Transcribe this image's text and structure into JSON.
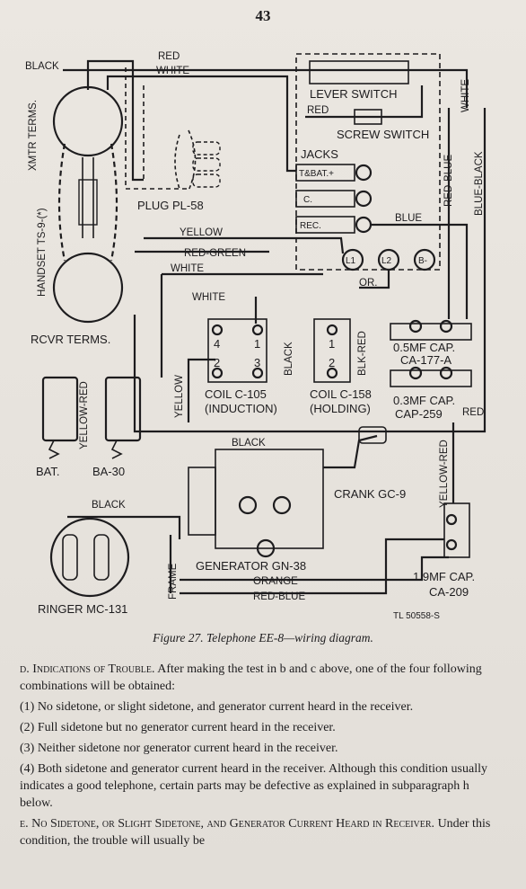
{
  "page_number": "43",
  "diagram": {
    "labels": {
      "red_top": "RED",
      "white_top": "WHITE",
      "black_top": "BLACK",
      "xmtr": "XMTR TERMS.",
      "handset": "HANDSET TS-9-(*)",
      "rcvr": "RCVR TERMS.",
      "plug": "PLUG PL-58",
      "lever_switch": "LEVER SWITCH",
      "red_screw": "RED",
      "screw_switch": "SCREW SWITCH",
      "white_right": "WHITE",
      "jacks": "JACKS",
      "jack1": "T&BAT.+",
      "jack2": "C.",
      "jack3": "REC.",
      "blue": "BLUE",
      "red_blue_v": "RED-BLUE",
      "blue_black_v": "BLUE-BLACK",
      "yellow": "YELLOW",
      "red_green": "RED-GREEN",
      "white_mid": "WHITE",
      "l1": "L1",
      "l2": "L2",
      "bminus": "B-",
      "or": "OR.",
      "white_coil": "WHITE",
      "t4": "4",
      "t1": "1",
      "t2": "2",
      "t3": "3",
      "black_v": "BLACK",
      "h1": "1",
      "h2": "2",
      "blk_red_v": "BLK-RED",
      "cap1_a": "0.5MF CAP.",
      "cap1_b": "CA-177-A",
      "cap2_a": "0.3MF CAP.",
      "cap2_b": "CAP-259",
      "red_cap": "RED",
      "coil105_a": "COIL C-105",
      "coil105_b": "(INDUCTION)",
      "coil158_a": "COIL C-158",
      "coil158_b": "(HOLDING)",
      "yellow_v": "YELLOW",
      "yellow_red_v": "YELLOW-RED",
      "bat": "BAT.",
      "ba30": "BA-30",
      "black_gen": "BLACK",
      "crank": "CRANK GC-9",
      "yellow_red_v2": "YELLOW-RED",
      "black_ringer": "BLACK",
      "frame_v": "FRAME",
      "generator": "GENERATOR GN-38",
      "orange": "ORANGE",
      "red_blue_bottom": "RED-BLUE",
      "cap3_a": "1.9MF CAP.",
      "cap3_b": "CA-209",
      "ringer": "RINGER MC-131",
      "tl": "TL 50558-S"
    }
  },
  "caption": "Figure 27. Telephone EE-8—wiring diagram.",
  "body": {
    "d_heading": "d. Indications of Trouble.",
    "d_text": "After making the test in b and c above, one of the four following combinations will be obtained:",
    "item1": "(1) No sidetone, or slight sidetone, and generator current heard in the receiver.",
    "item2": "(2) Full sidetone but no generator current heard in the receiver.",
    "item3": "(3) Neither sidetone nor generator current heard in the receiver.",
    "item4": "(4) Both sidetone and generator current heard in the receiver. Although this condition usually indicates a good telephone, certain parts may be defective as explained in subparagraph h below.",
    "e_heading": "e. No Sidetone, or Slight Sidetone, and Generator Current Heard in Receiver.",
    "e_text": "Under this condition, the trouble will usually be"
  }
}
